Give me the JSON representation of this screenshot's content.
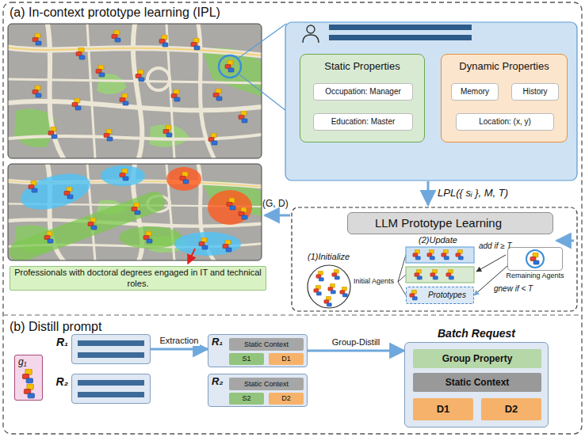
{
  "diagram": {
    "nodes": [
      {
        "text": [
          "Static Properties"
        ]
      },
      {
        "text": [
          "Occupation: Manager"
        ],
        "in": 0
      },
      {
        "text": [
          "Education: Master"
        ],
        "in": 0
      },
      {
        "text": [
          "Dynamic Properties"
        ]
      },
      {
        "text": [
          "Memory"
        ],
        "in": 3
      },
      {
        "text": [
          "History"
        ],
        "in": 3
      },
      {
        "text": [
          "Location: (x, y)"
        ],
        "in": 3
      },
      {
        "text": [
          "LLM Prototype Learning"
        ]
      },
      {
        "text": [
          "Prototypes"
        ]
      },
      {
        "text": [
          "Remaining Agents"
        ]
      },
      {
        "text": [
          "Professionals with doctoral degrees engaged in IT and technical roles."
        ]
      },
      {
        "text": [
          "g₁"
        ]
      },
      {
        "text": [
          "R₁"
        ]
      },
      {
        "text": [
          "R₂"
        ]
      },
      {
        "text": [
          "R₁"
        ]
      },
      {
        "text": [
          "Static Context"
        ],
        "in": 14
      },
      {
        "text": [
          "S1"
        ],
        "in": 14
      },
      {
        "text": [
          "D1"
        ],
        "in": 14
      },
      {
        "text": [
          "R₂"
        ]
      },
      {
        "text": [
          "Static Context"
        ],
        "in": 18
      },
      {
        "text": [
          "S2"
        ],
        "in": 18
      },
      {
        "text": [
          "D2"
        ],
        "in": 18
      },
      {
        "text": [
          "Batch Request"
        ]
      },
      {
        "text": [
          "Group Property"
        ],
        "in": 22
      },
      {
        "text": [
          "Static Context"
        ],
        "in": 22
      },
      {
        "text": [
          "D1"
        ],
        "in": 22
      },
      {
        "text": [
          "D2"
        ],
        "in": 22
      }
    ],
    "edges": [
      {
        "from": 9,
        "to": 8,
        "label": "gnew if < T",
        "arrow": "to"
      },
      {
        "from": 12,
        "to": 14,
        "label": "Extraction",
        "arrow": "to"
      },
      {
        "from": 14,
        "to": 22,
        "label": "Group-Distill",
        "arrow": "to"
      }
    ],
    "labels": [
      "(a) In-context prototype learning (IPL)",
      "LPL({ sᵢ }, M, T)",
      "(G, D)",
      "(1)Initialize",
      "(2)Update",
      "Initial Agents",
      "add if ≥ T",
      "(b) Distill prompt"
    ]
  }
}
